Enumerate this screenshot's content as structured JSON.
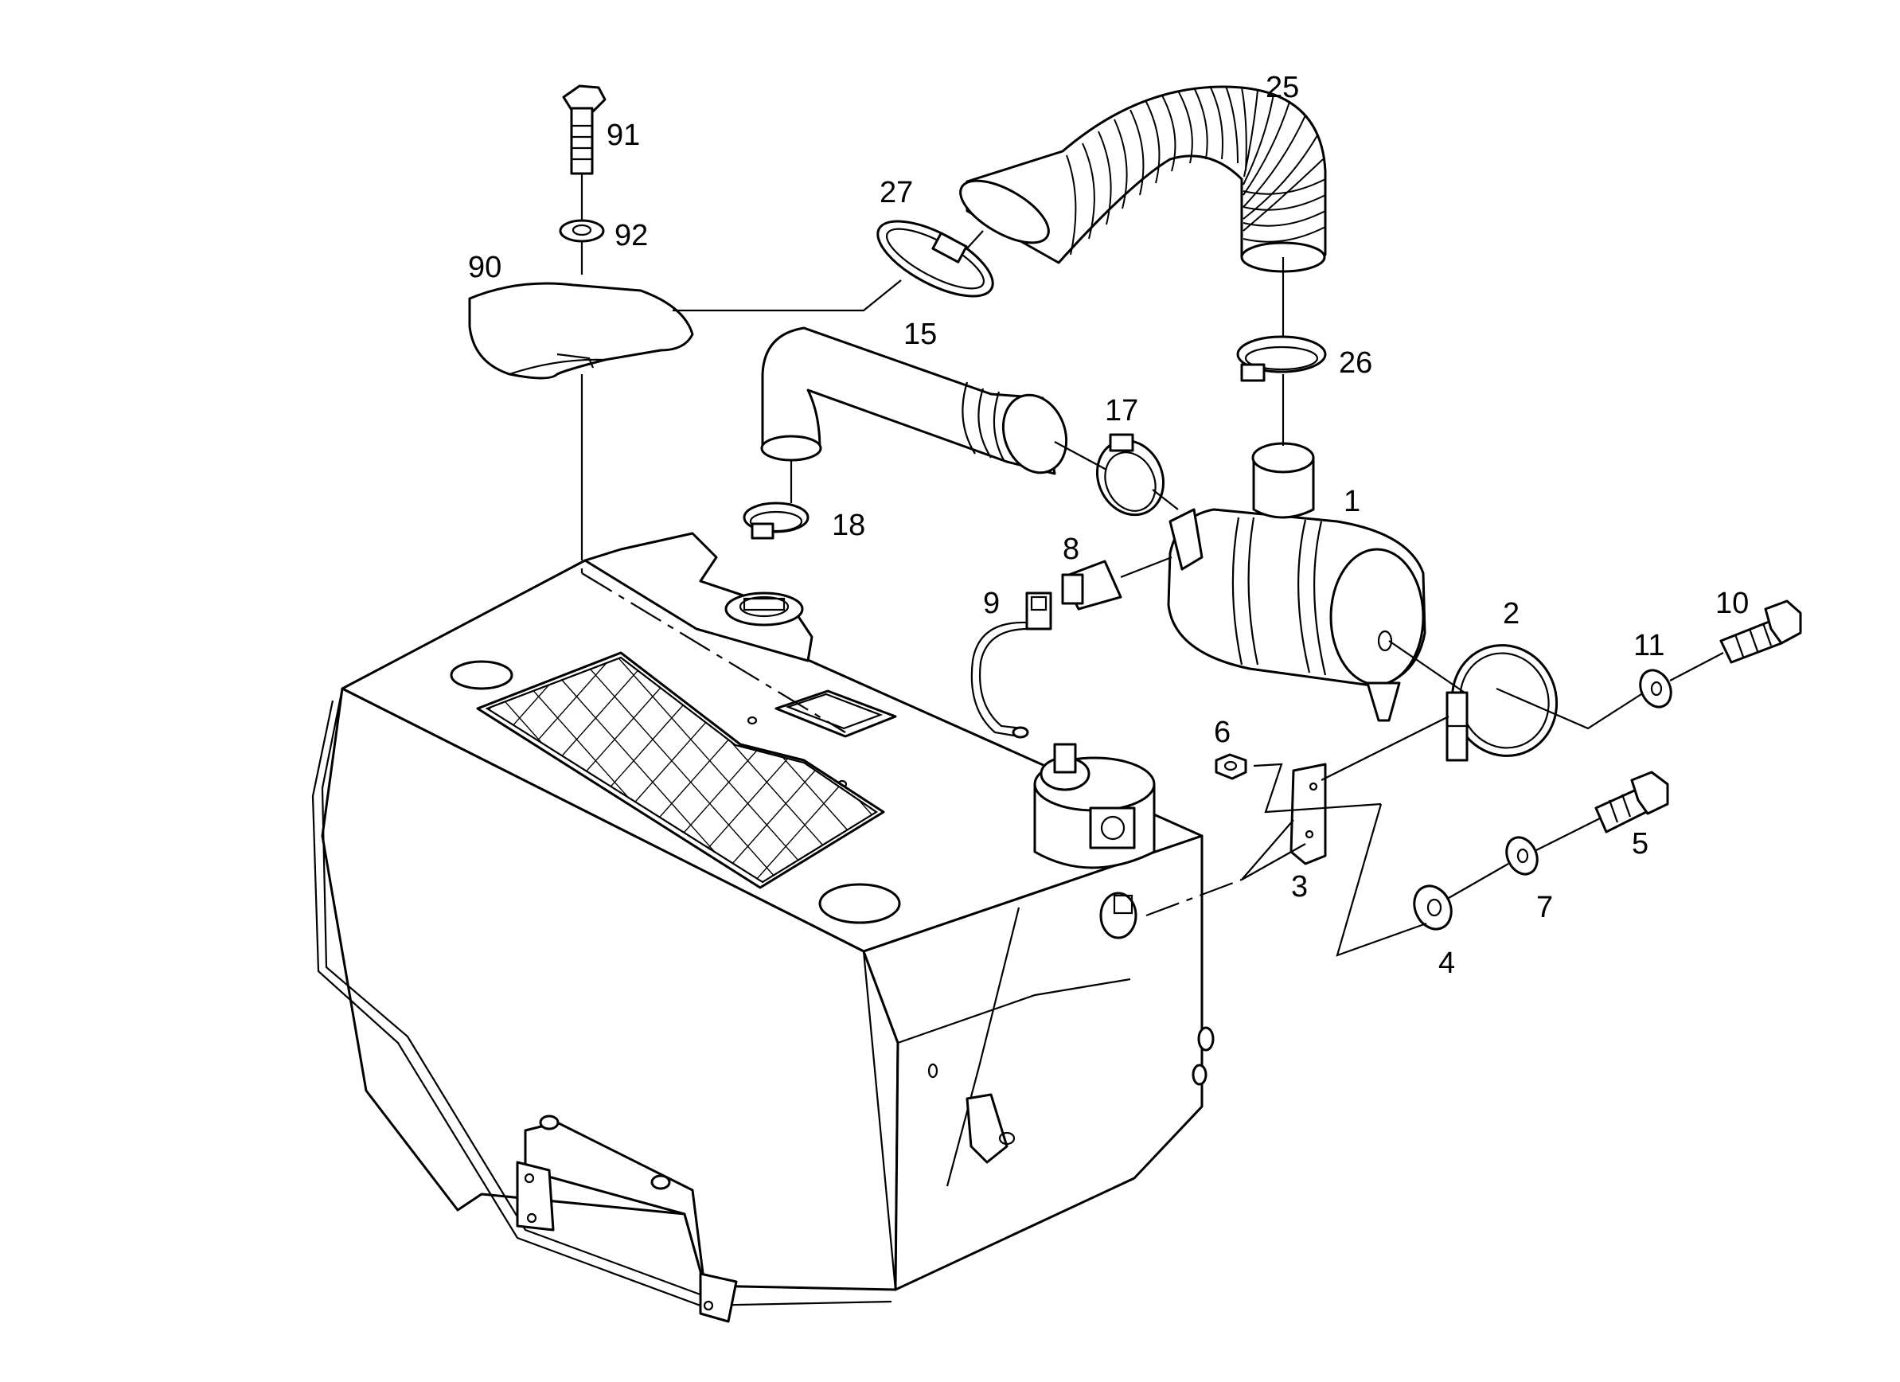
{
  "callouts": {
    "p1": "1",
    "p2": "2",
    "p3": "3",
    "p4": "4",
    "p5": "5",
    "p6": "6",
    "p7": "7",
    "p8": "8",
    "p9": "9",
    "p10": "10",
    "p11": "11",
    "p15": "15",
    "p17": "17",
    "p18": "18",
    "p25": "25",
    "p26": "26",
    "p27": "27",
    "p90": "90",
    "p91": "91",
    "p92": "92"
  },
  "colors": {
    "line": "#000000",
    "background": "#ffffff"
  }
}
